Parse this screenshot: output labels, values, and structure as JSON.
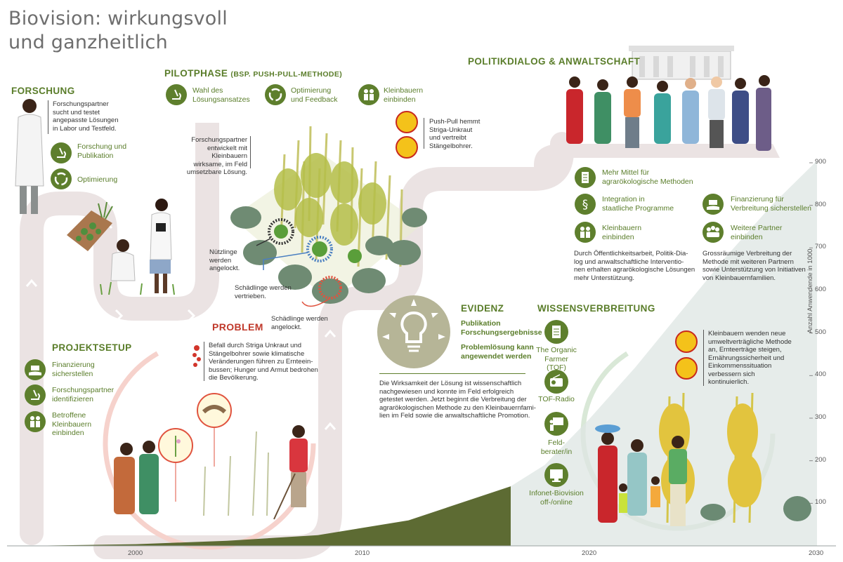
{
  "title": {
    "line1": "Biovision: wirkungsvoll",
    "line2": "und ganzheitlich"
  },
  "forschung": {
    "heading": "FORSCHUNG",
    "desc": [
      "Forschungspartner",
      "sucht und testet",
      "angepasste Lösungen",
      "in Labor und Testfeld."
    ],
    "items": [
      {
        "label": [
          "Forschung und",
          "Publikation"
        ],
        "icon": "microscope-icon"
      },
      {
        "label": [
          "Optimierung"
        ],
        "icon": "cycle-icon"
      }
    ]
  },
  "pilot": {
    "heading": "PILOTPHASE",
    "sub": "(BSP. PUSH-PULL-METHODE)",
    "items": [
      {
        "label": [
          "Wahl des",
          "Lösungsansatzes"
        ],
        "icon": "microscope-icon"
      },
      {
        "label": [
          "Optimierung",
          "und Feedback"
        ],
        "icon": "cycle-icon"
      },
      {
        "label": [
          "Kleinbauern",
          "einbinden"
        ],
        "icon": "people-icon"
      }
    ],
    "pushpull": [
      "Push-Pull hemmt",
      "Striga-Unkraut",
      "und vertreibt",
      "Stängelbohrer."
    ],
    "partner": [
      "Forschungspartner",
      "entwickelt mit Kleinbauern",
      "wirksame, im Feld",
      "umsetzbare Lösung."
    ],
    "nuetzlinge": [
      "Nützlinge",
      "werden",
      "angelockt."
    ],
    "vertrieben": [
      "Schädlinge werden",
      "vertrieben."
    ],
    "angelockt": [
      "Schädlinge werden",
      "angelockt."
    ]
  },
  "politik": {
    "heading": "POLITIKDIALOG & ANWALTSCHAFT",
    "items": [
      {
        "label": [
          "Mehr Mittel für",
          "agrarökologische Methoden"
        ],
        "icon": "document-icon"
      },
      {
        "label": [
          "Integration in",
          "staatliche Programme"
        ],
        "icon": "paragraph-icon"
      },
      {
        "label": [
          "Kleinbauern",
          "einbinden"
        ],
        "icon": "people-icon"
      },
      {
        "label": [
          "Finanzierung für",
          "Verbreitung sicherstellen"
        ],
        "icon": "money-icon"
      },
      {
        "label": [
          "Weitere Partner",
          "einbinden"
        ],
        "icon": "partners-icon"
      }
    ],
    "desc1": [
      "Durch Öffentlichkeitsarbeit, Politik-Dia-",
      "log und anwaltschaftliche Interventio-",
      "nen erhalten agrarökologische Lösungen",
      "mehr Unterstützung."
    ],
    "desc2": [
      "Grossräumige Verbreitung der",
      "Methode mit weiteren Partnern",
      "sowie Unterstützung von Initiativen",
      "von Kleinbauernfamilien."
    ]
  },
  "problem": {
    "heading": "PROBLEM",
    "desc": [
      "Befall durch Striga Unkraut und",
      "Stängelbohrer sowie klimatische",
      "Veränderungen führen zu Ernteein-",
      "bussen; Hunger und Armut bedrohen",
      "die Bevölkerung."
    ]
  },
  "projekt": {
    "heading": "PROJEKTSETUP",
    "items": [
      {
        "label": [
          "Finanzierung",
          "sicherstellen"
        ],
        "icon": "money-icon"
      },
      {
        "label": [
          "Forschungspartner",
          "identifizieren"
        ],
        "icon": "microscope-icon"
      },
      {
        "label": [
          "Betroffene",
          "Kleinbauern",
          "einbinden"
        ],
        "icon": "people-icon"
      }
    ]
  },
  "evidenz": {
    "heading": "EVIDENZ",
    "items": [
      [
        "Publikation",
        "Forschungsergebnisse"
      ],
      [
        "Problemlösung kann",
        "angewendet werden"
      ]
    ],
    "desc": [
      "Die Wirksamkeit der Lösung ist wissenschaftlich",
      "nachgewiesen und konnte im Feld erfolgreich",
      "getestet werden. Jetzt beginnt die Verbreitung der",
      "agrarökologischen Methode zu den Kleinbauernfami-",
      "lien im Feld sowie die anwaltschaftliche Promotion."
    ]
  },
  "wissen": {
    "heading": "WISSENSVERBREITUNG",
    "items": [
      {
        "label": [
          "The Organic",
          "Farmer (TOF)"
        ],
        "icon": "magazine-icon"
      },
      {
        "label": [
          "TOF-Radio"
        ],
        "icon": "radio-icon"
      },
      {
        "label": [
          "Feld-",
          "berater/in"
        ],
        "icon": "presenter-icon"
      },
      {
        "label": [
          "Infonet-Biovision",
          "off-/online"
        ],
        "icon": "computer-icon"
      }
    ],
    "desc": [
      "Kleinbauern wenden neue",
      "umweltverträgliche Methode",
      "an, Ernteerträge steigen,",
      "Ernährungssicherheit und",
      "Einkommenssituation",
      "verbessern sich",
      "kontinuierlich."
    ]
  },
  "colors": {
    "green": "#5e7f2d",
    "red": "#c0392b",
    "path": "#e5dede",
    "area_dark": "#5d6b33",
    "area_light": "#dee6e3"
  },
  "chart_data": {
    "type": "area",
    "ylabel": "Anzahl Anwendende in 1000",
    "x_ticks": [
      "2000",
      "2010",
      "2020",
      "2030"
    ],
    "y_ticks": [
      100,
      200,
      300,
      400,
      500,
      600,
      700,
      800,
      900
    ],
    "ylim": [
      0,
      900
    ],
    "xlim": [
      1995,
      2030
    ],
    "series": [
      {
        "name": "",
        "x": [
          1995,
          2000,
          2004,
          2008,
          2012,
          2016.5
        ],
        "y": [
          0,
          4,
          12,
          25,
          60,
          140
        ],
        "style": "measured"
      },
      {
        "name": "",
        "x": [
          2016.5,
          2018,
          2020,
          2022,
          2024,
          2026,
          2028,
          2030
        ],
        "y": [
          140,
          190,
          300,
          420,
          550,
          680,
          800,
          905
        ],
        "style": "projected"
      }
    ]
  }
}
